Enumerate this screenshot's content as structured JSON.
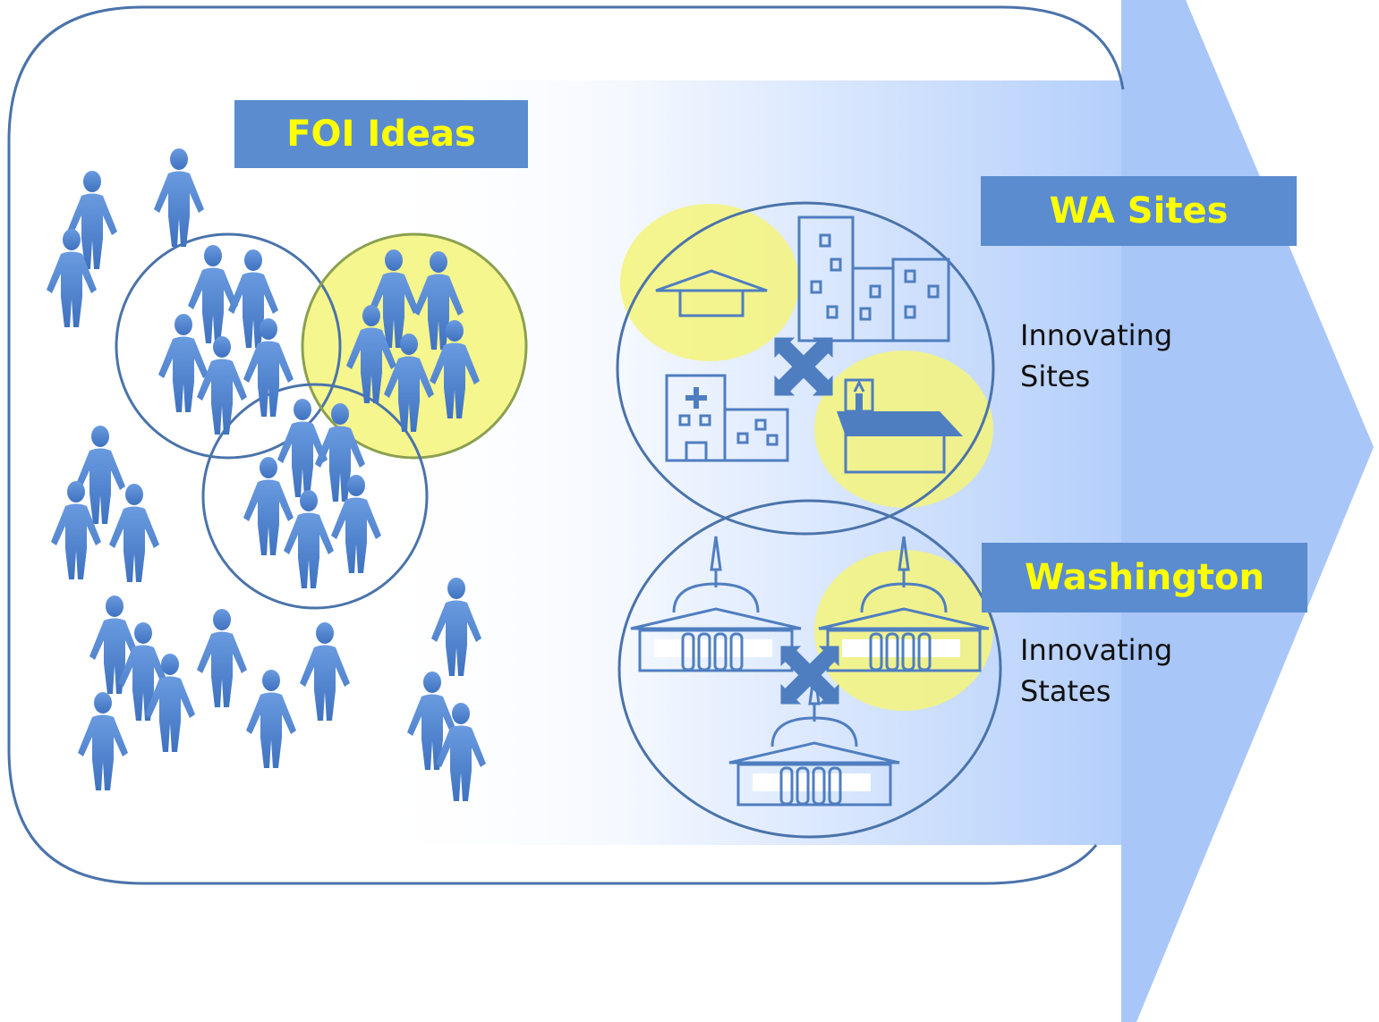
{
  "labels": {
    "foi_ideas": "FOI Ideas",
    "wa_sites": "WA Sites",
    "washington": "Washington"
  },
  "captions": {
    "sites_line1": "Innovating",
    "sites_line2": "Sites",
    "states_line1": "Innovating",
    "states_line2": "States"
  },
  "colors": {
    "label_bg": "#5b8ccf",
    "label_text": "#ffff00",
    "arrow": "#a9c6f9",
    "outline": "#4a73aa",
    "person": "#5b8fd6",
    "highlight": "#f5f57a",
    "icon": "#4f7ec0"
  },
  "icons": [
    "person-icon",
    "house-icon",
    "office-building-icon",
    "hospital-icon",
    "church-icon",
    "capitol-building-icon",
    "collaboration-cross-icon"
  ]
}
